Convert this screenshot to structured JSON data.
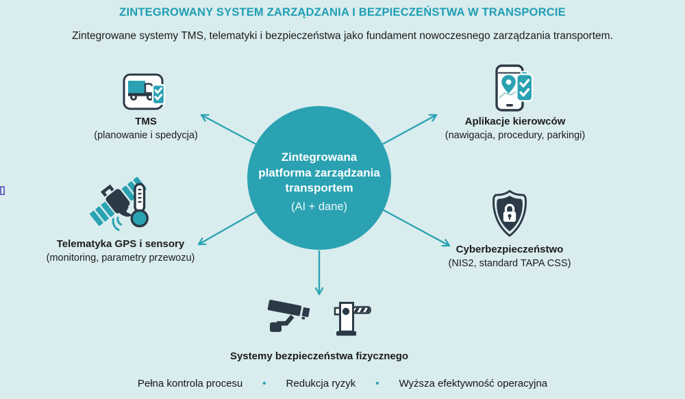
{
  "page": {
    "background_color": "#D9ECEE",
    "accent_teal": "#2AA2B2",
    "title_teal": "#1F9EB4",
    "icon_dark": "#2B3A46",
    "text_color": "#1B1B1B"
  },
  "header": {
    "title": "ZINTEGROWANY SYSTEM ZARZĄDZANIA I BEZPIECZEŃSTWA W TRANSPORCIE",
    "subtitle": "Zintegrowane systemy TMS, telematyki i bezpieczeństwa jako fundament nowoczesnego zarządzania transportem."
  },
  "center": {
    "line1": "Zintegrowana",
    "line2": "platforma zarządzania",
    "line3": "transportem",
    "line4": "(AI + dane)"
  },
  "nodes": {
    "tms": {
      "title": "TMS",
      "subtitle": "(planowanie i spedycja)",
      "icon": "truck-checklist-icon"
    },
    "apps": {
      "title": "Aplikacje kierowców",
      "subtitle": "(nawigacja, procedury, parkingi)",
      "icon": "phone-checklist-icon"
    },
    "telematics": {
      "title": "Telematyka GPS i sensory",
      "subtitle": "(monitoring, parametry przewozu)",
      "icon": "satellite-thermometer-icon"
    },
    "cyber": {
      "title": "Cyberbezpieczeństwo",
      "subtitle": "(NIS2, standard TAPA CSS)",
      "icon": "shield-lock-icon"
    },
    "physical": {
      "title": "Systemy bezpieczeństwa fizycznego",
      "icons": [
        "cctv-camera-icon",
        "barrier-gate-icon"
      ]
    }
  },
  "footer": {
    "items": [
      "Pełna kontrola procesu",
      "Redukcja ryzyk",
      "Wyższa efektywność operacyjna"
    ],
    "separator": "•"
  }
}
